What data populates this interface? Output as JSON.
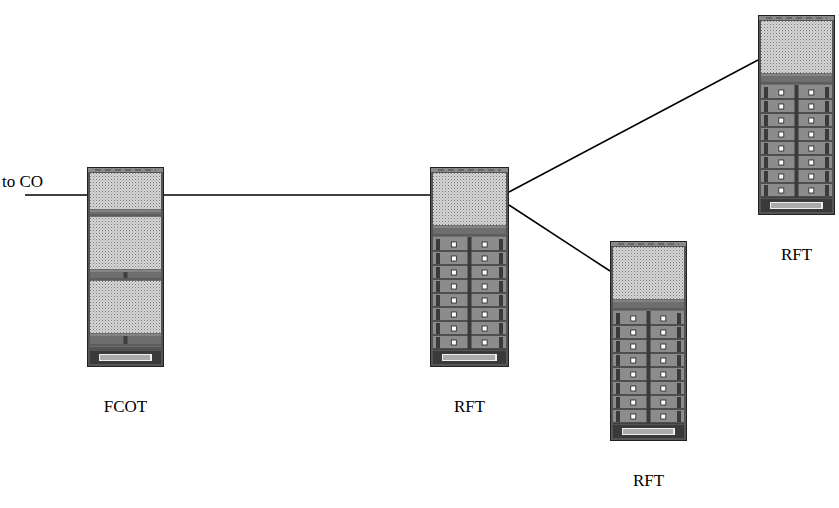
{
  "diagram": {
    "nodes": [
      {
        "text": [
          "FCOT"
        ]
      },
      {
        "text": [
          "RFT"
        ]
      },
      {
        "text": [
          "RFT"
        ]
      },
      {
        "text": [
          "RFT"
        ]
      }
    ],
    "edges": [
      {
        "from": 0,
        "to": 1,
        "arrow": "none"
      },
      {
        "from": 1,
        "to": 2,
        "arrow": "none"
      },
      {
        "from": 1,
        "to": 3,
        "arrow": "none"
      }
    ],
    "labels": [
      "to CO"
    ]
  }
}
